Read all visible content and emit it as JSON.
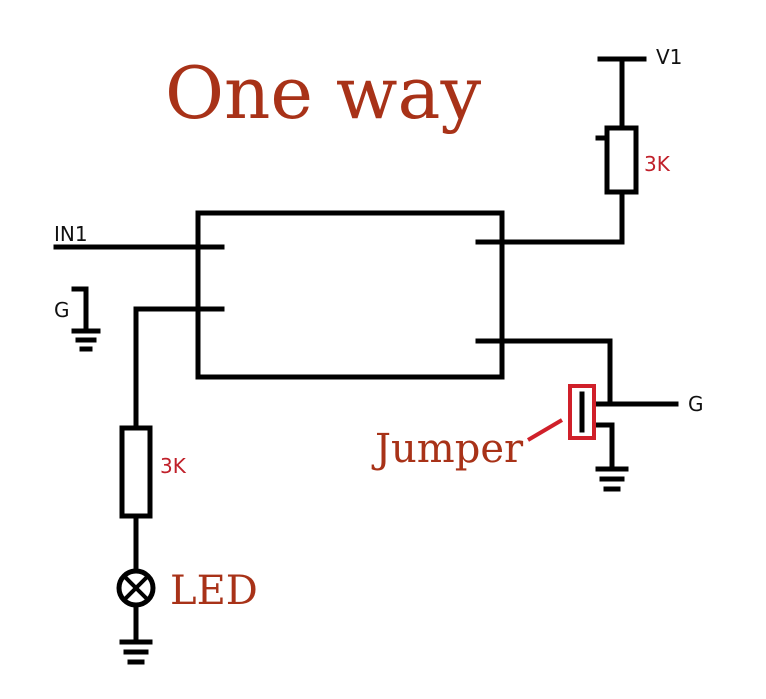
{
  "title": "One way",
  "labels": {
    "in1": "IN1",
    "g_left": "G",
    "v1": "V1",
    "r_top": "3K",
    "r_left": "3K",
    "g_right": "G",
    "jumper": "Jumper",
    "led": "LED"
  },
  "colors": {
    "wire": "#000000",
    "accent_red": "#d0202a",
    "title_brown": "#a83218"
  }
}
